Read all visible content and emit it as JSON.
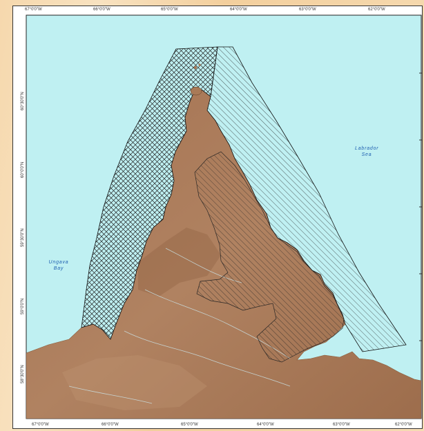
{
  "axes": {
    "top_ticks": [
      "67°0'0\"W",
      "66°0'0\"W",
      "65°0'0\"W",
      "64°0'0\"W",
      "63°0'0\"W",
      "62°0'0\"W"
    ],
    "bottom_ticks": [
      "67°0'0\"W",
      "66°0'0\"W",
      "65°0'0\"W",
      "64°0'0\"W",
      "63°0'0\"W",
      "62°0'0\"W"
    ],
    "left_ticks": [
      "60°30'0\"N",
      "60°0'0\"N",
      "59°30'0\"N",
      "59°0'0\"N",
      "58°30'0\"N"
    ]
  },
  "places": {
    "labrador_sea": "Labrador Sea",
    "ungava_bay": "Ungava Bay"
  },
  "colors": {
    "water": "#bff0f2",
    "land": "#a97a57",
    "land_dark": "#8c5f3e",
    "hatch": "#222222"
  }
}
